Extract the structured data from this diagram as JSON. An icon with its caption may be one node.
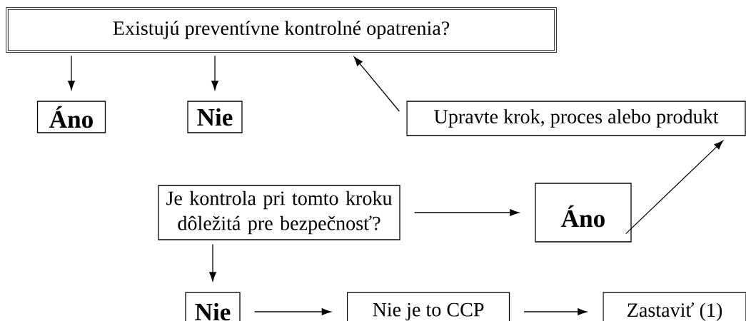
{
  "diagram": {
    "nodes": [
      {
        "text": [
          "Existujú preventívne kontrolné opatrenia?"
        ]
      },
      {
        "text": [
          "Áno"
        ]
      },
      {
        "text": [
          "Nie"
        ]
      },
      {
        "text": [
          "Upravte krok, proces alebo produkt"
        ]
      },
      {
        "text": [
          "Je kontrola pri tomto kroku dôležitá pre bezpečnosť?"
        ]
      },
      {
        "text": [
          "Áno"
        ]
      },
      {
        "text": [
          "Nie"
        ]
      },
      {
        "text": [
          "Nie je to CCP"
        ]
      },
      {
        "text": [
          "Zastaviť (1)"
        ]
      }
    ],
    "edges": [
      {
        "from": 0,
        "to": 1,
        "arrow": "to"
      },
      {
        "from": 0,
        "to": 2,
        "arrow": "to"
      },
      {
        "from": 3,
        "to": 0,
        "arrow": "to"
      },
      {
        "from": 4,
        "to": 5,
        "arrow": "to"
      },
      {
        "from": 5,
        "to": 3,
        "arrow": "to"
      },
      {
        "from": 4,
        "to": 6,
        "arrow": "to"
      },
      {
        "from": 6,
        "to": 7,
        "arrow": "to"
      },
      {
        "from": 7,
        "to": 8,
        "arrow": "to"
      }
    ]
  }
}
